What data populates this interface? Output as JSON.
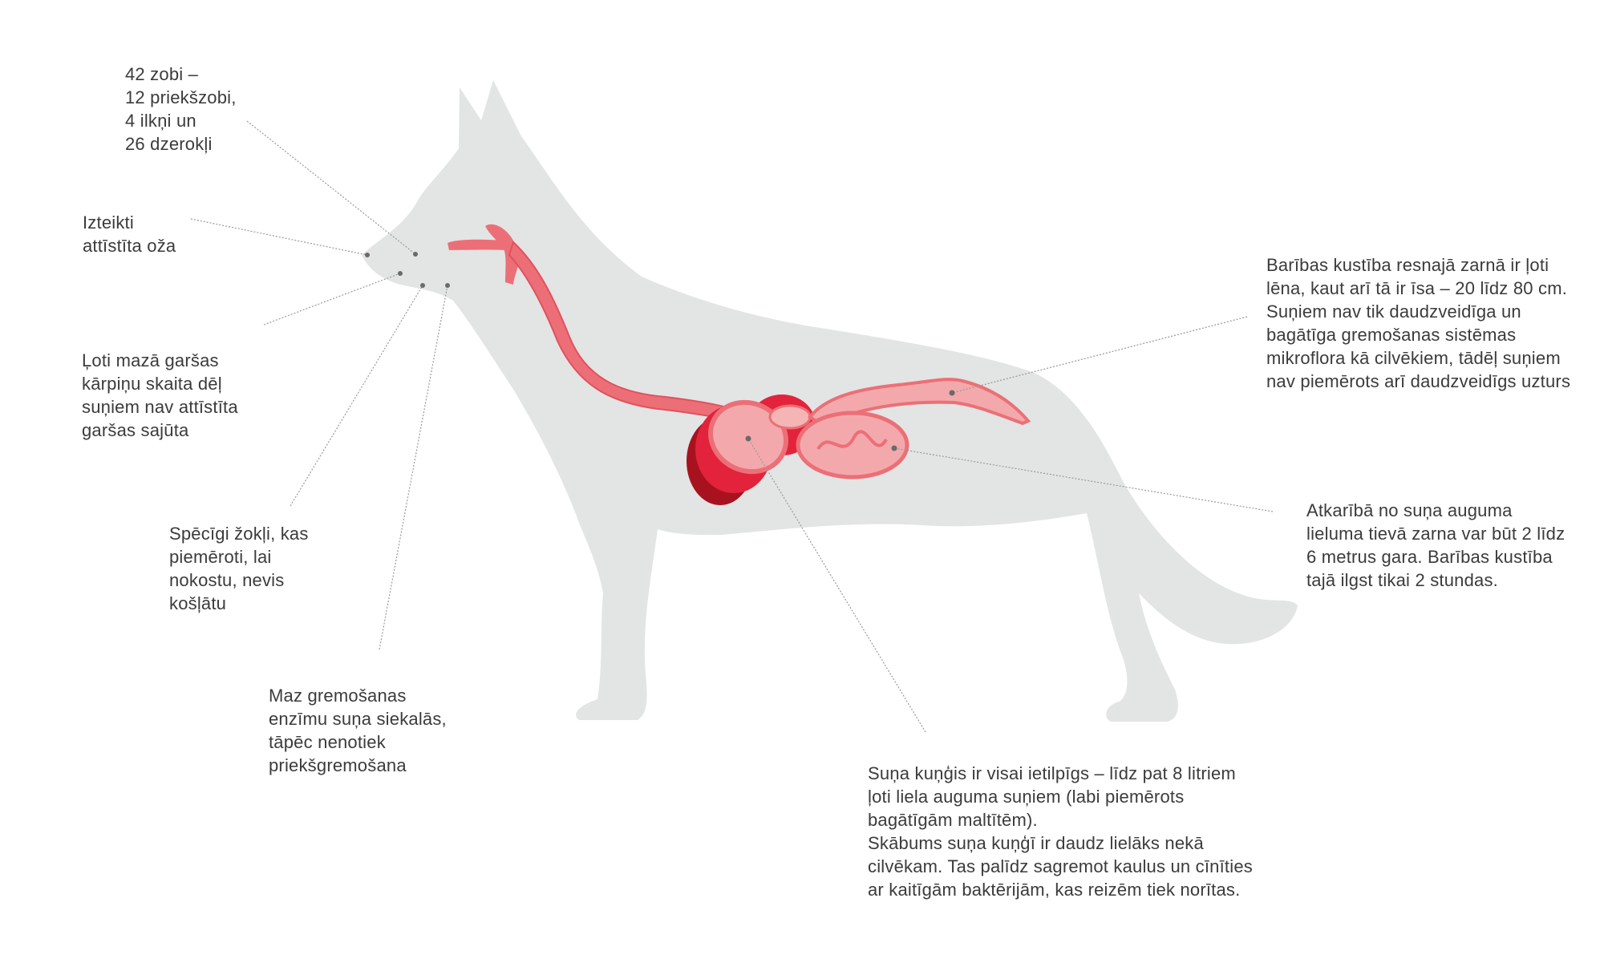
{
  "title": "Dog digestive system",
  "colors": {
    "silhouette": "#e3e4e4",
    "organ_light": "#f3a9ab",
    "organ_mid": "#ec6f77",
    "organ_dark": "#e2233b",
    "organ_darkest": "#a8121f",
    "leader": "#9a9a9a",
    "text": "#3b3b3b"
  },
  "annotations": {
    "teeth": {
      "lines": [
        "42 zobi –",
        "12 priekšzobi,",
        "4 ilkņi un",
        "26 dzerokļi"
      ]
    },
    "smell": {
      "lines": [
        "Izteikti",
        "attīstīta oža"
      ]
    },
    "taste": {
      "lines": [
        "Ļoti mazā garšas",
        "kārpiņu skaita dēļ",
        "suņiem nav attīstīta",
        "garšas sajūta"
      ]
    },
    "jaws": {
      "lines": [
        "Spēcīgi žokļi, kas",
        "piemēroti, lai",
        "nokostu, nevis",
        "košļātu"
      ]
    },
    "saliva": {
      "lines": [
        "Maz gremošanas",
        "enzīmu suņa siekalās,",
        "tāpēc nenotiek",
        "priekšgremošana"
      ]
    },
    "stomach": {
      "lines": [
        "Suņa kuņģis ir visai ietilpīgs – līdz pat 8 litriem",
        "ļoti liela auguma suņiem (labi piemērots",
        "bagātīgām maltītēm).",
        "Skābums suņa kuņģī ir daudz lielāks nekā",
        "cilvēkam. Tas palīdz sagremot kaulus un cīnīties",
        "ar kaitīgām baktērijām, kas reizēm tiek norītas."
      ]
    },
    "large_intestine": {
      "lines": [
        "Barības kustība resnajā zarnā ir ļoti",
        "lēna, kaut arī tā ir īsa – 20 līdz 80 cm.",
        "Suņiem nav tik daudzveidīga un",
        "bagātīga gremošanas sistēmas",
        "mikroflora kā cilvēkiem, tādēļ suņiem",
        "nav piemērots arī daudzveidīgs uzturs"
      ]
    },
    "small_intestine": {
      "lines": [
        "Atkarībā no suņa auguma",
        "lieluma tievā zarna var būt 2 līdz",
        "6 metrus gara. Barības kustība",
        "tajā ilgst tikai 2 stundas."
      ]
    }
  }
}
